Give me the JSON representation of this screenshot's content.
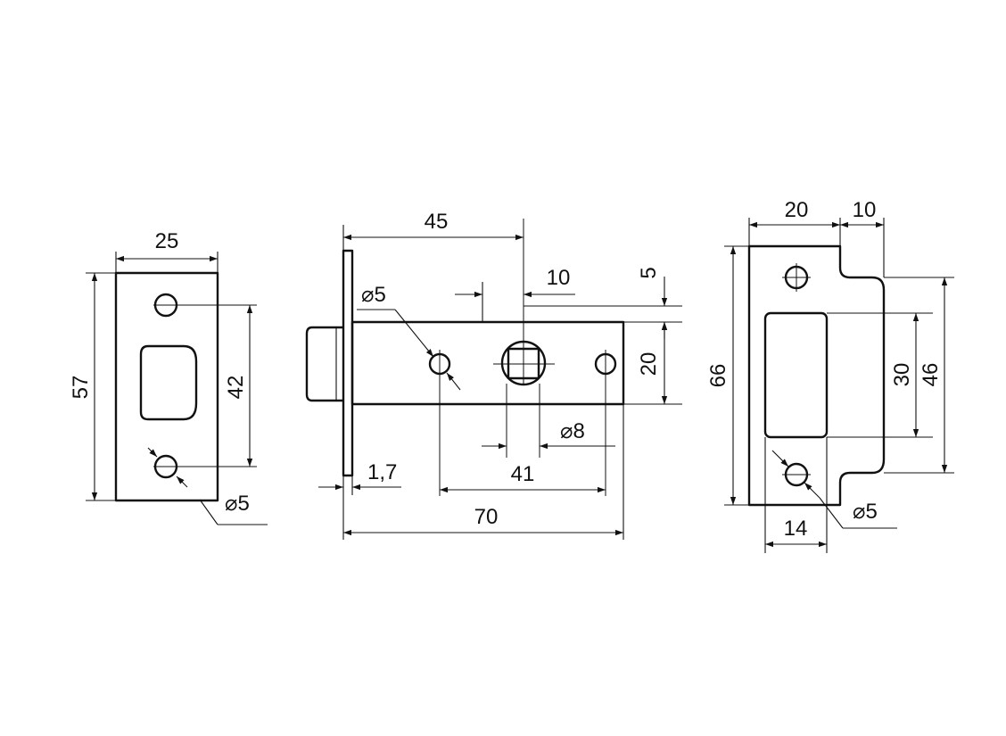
{
  "colors": {
    "line": "#111111",
    "background": "#ffffff"
  },
  "faceplate": {
    "width": "25",
    "height": "57",
    "hole_spacing": "42",
    "hole_diameter": "⌀5"
  },
  "latch_body": {
    "backset": "45",
    "offset_top": "10",
    "offset_top_small": "5",
    "body_height": "20",
    "hole_diameter": "⌀5",
    "spindle_diameter": "⌀8",
    "plate_thickness": "1,7",
    "hole_distance": "41",
    "total_length": "70"
  },
  "strike_plate": {
    "width_main": "20",
    "width_lip": "10",
    "height": "66",
    "opening_height": "30",
    "lip_height": "46",
    "hole_diameter": "⌀5",
    "hole_offset": "14"
  }
}
